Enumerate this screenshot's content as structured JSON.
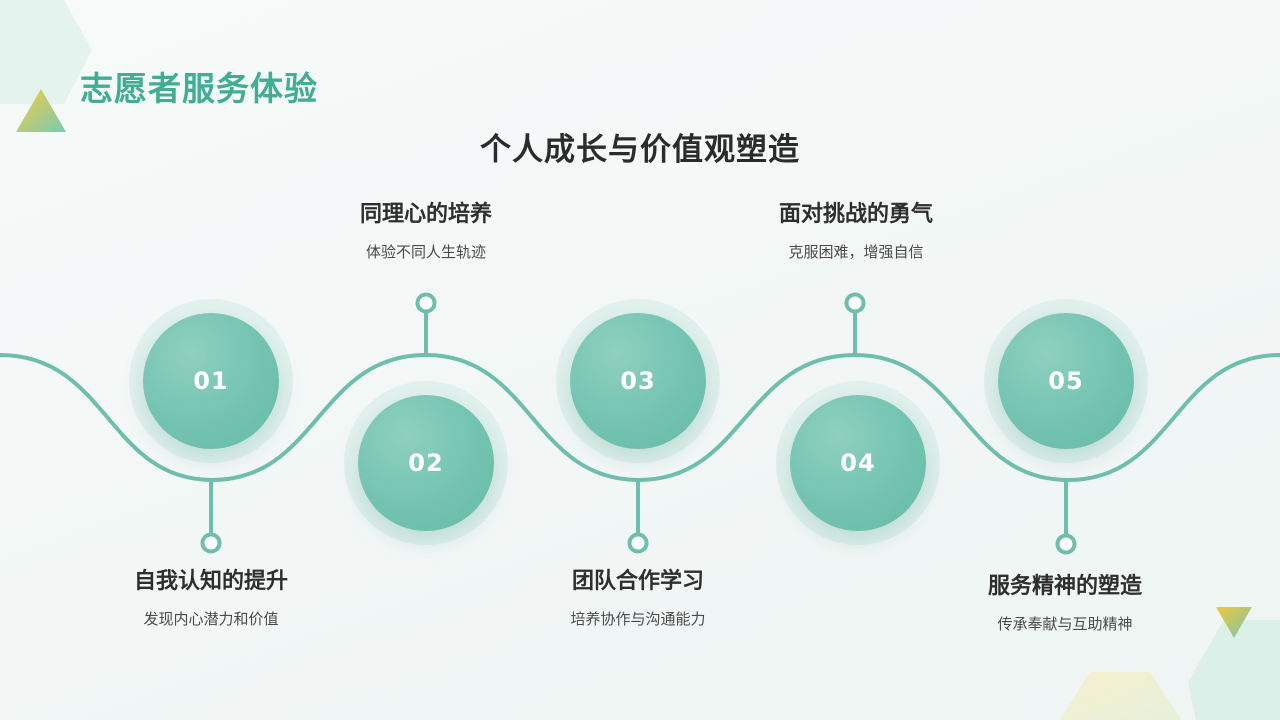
{
  "header": {
    "brand_title": "志愿者服务体验",
    "main_title": "个人成长与价值观塑造"
  },
  "colors": {
    "accent": "#3fae92",
    "wave_line": "#6dbfac",
    "circle_fill": "#73c3b0",
    "deco_yellow": "#f1cc48"
  },
  "steps": [
    {
      "number": "01",
      "title": "自我认知的提升",
      "description": "发现内心潜力和价值"
    },
    {
      "number": "02",
      "title": "同理心的培养",
      "description": "体验不同人生轨迹"
    },
    {
      "number": "03",
      "title": "团队合作学习",
      "description": "培养协作与沟通能力"
    },
    {
      "number": "04",
      "title": "面对挑战的勇气",
      "description": "克服困难，增强自信"
    },
    {
      "number": "05",
      "title": "服务精神的塑造",
      "description": "传承奉献与互助精神"
    }
  ]
}
